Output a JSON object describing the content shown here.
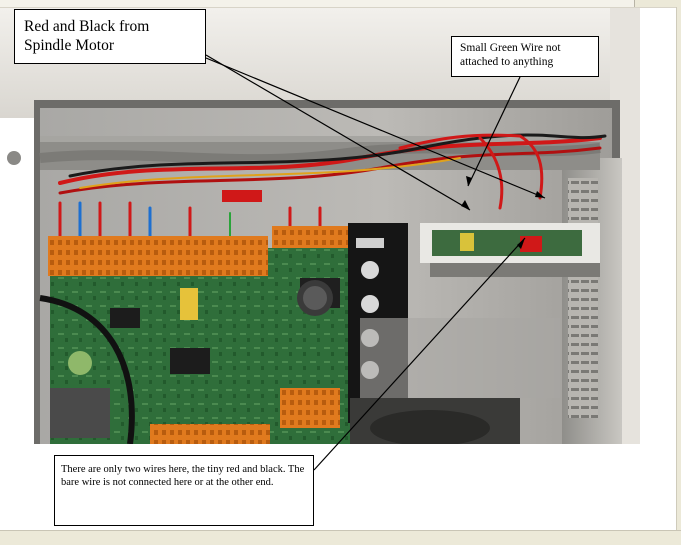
{
  "image": {
    "subject": "spindle-motor-control-enclosure-photo"
  },
  "callouts": {
    "spindle_motor": "Red and Black from Spindle Motor",
    "green_wire": "Small Green Wire not attached to anything",
    "two_wires": "There are only two wires here, the tiny red and black. The bare wire is not connected here or at the other end."
  },
  "colors": {
    "cabinet_grey": "#b9b6b0",
    "board_green": "#2f6e3a",
    "terminal_orange": "#e07a1e",
    "wire_red": "#d01818",
    "callout_border": "#000000"
  }
}
